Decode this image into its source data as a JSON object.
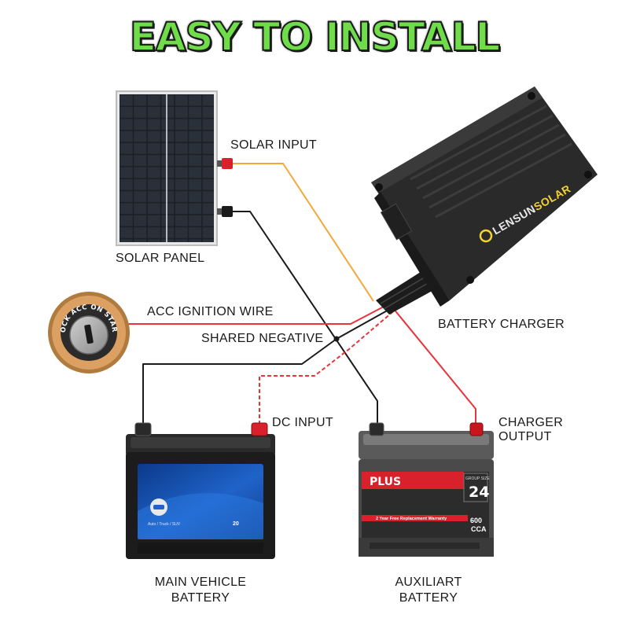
{
  "title": "EASY TO INSTALL",
  "labels": {
    "solar_input": "SOLAR INPUT",
    "solar_panel": "SOLAR PANEL",
    "acc_ignition_wire": "ACC IGNITION WIRE",
    "shared_negative": "SHARED NEGATIVE",
    "battery_charger": "BATTERY CHARGER",
    "dc_input": "DC INPUT",
    "charger_output_1": "CHARGER",
    "charger_output_2": "OUTPUT",
    "main_battery_1": "MAIN VEHICLE",
    "main_battery_2": "BATTERY",
    "aux_battery_1": "AUXILIART",
    "aux_battery_2": "BATTERY"
  },
  "charger": {
    "brand_a": "LENSUN",
    "brand_b": "SOLAR"
  },
  "ignition_switch": {
    "ring_text": "LOCK ACC ON START"
  },
  "aux_battery": {
    "brand": "PLUS",
    "group_size_label": "GROUP SIZE",
    "group_size": "24",
    "warranty": "2 Year Free Replacement Warranty",
    "cca_value": "600",
    "cca_unit": "CCA"
  },
  "main_battery": {
    "sticker_text": "Auto / Truck / SUV",
    "months": "20"
  },
  "colors": {
    "title_fill": "#6fdc4a",
    "positive_wire": "#e8343a",
    "negative_wire": "#1a1a1a",
    "solar_wire": "#f2a83a"
  }
}
